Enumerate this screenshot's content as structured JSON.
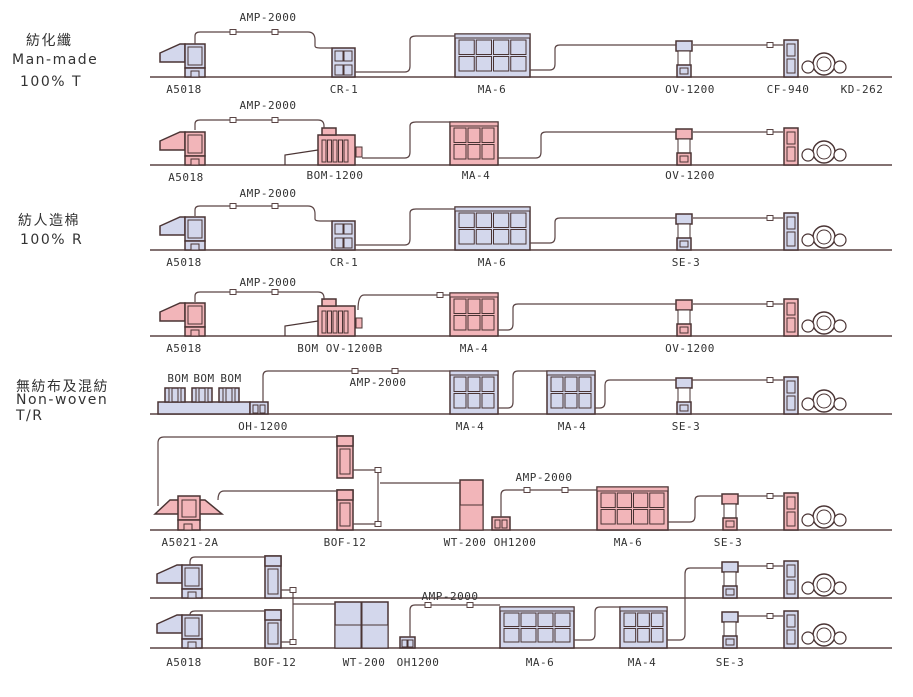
{
  "colors": {
    "blue": "#d3d7ec",
    "pink": "#f2b5b9",
    "outline": "#4a3434",
    "line": "#5a4444"
  },
  "groups": [
    {
      "title": "紡化纖",
      "subtitle": "Man-made",
      "blend": "100% T"
    },
    {
      "title": "紡人造棉",
      "blend": "100% R"
    },
    {
      "title": "無紡布及混紡",
      "subtitle": "Non-woven",
      "blend": "T/R"
    }
  ],
  "rows": [
    {
      "color": "blue",
      "amp": "AMP-2000",
      "labels": [
        "A5018",
        "CR-1",
        "MA-6",
        "OV-1200",
        "CF-940",
        "KD-262"
      ]
    },
    {
      "color": "pink",
      "amp": "AMP-2000",
      "labels": [
        "A5018",
        "BOM-1200",
        "MA-4",
        "OV-1200"
      ]
    },
    {
      "color": "blue",
      "amp": "AMP-2000",
      "labels": [
        "A5018",
        "CR-1",
        "MA-6",
        "SE-3"
      ]
    },
    {
      "color": "pink",
      "amp": "AMP-2000",
      "labels": [
        "A5018",
        "BOM OV-1200B",
        "MA-4",
        "OV-1200"
      ]
    },
    {
      "color": "blue",
      "amp": "AMP-2000",
      "bom": [
        "BOM",
        "BOM",
        "BOM"
      ],
      "labels": [
        "OH-1200",
        "MA-4",
        "MA-4",
        "SE-3"
      ]
    },
    {
      "color": "pink",
      "amp": "AMP-2000",
      "labels": [
        "A5021-2A",
        "BOF-12",
        "WT-200",
        "OH1200",
        "MA-6",
        "SE-3"
      ]
    },
    {
      "color": "blue",
      "amp": "AMP-2000",
      "labels": [
        "A5018",
        "BOF-12",
        "WT-200",
        "OH1200",
        "MA-6",
        "MA-4",
        "SE-3"
      ]
    }
  ]
}
